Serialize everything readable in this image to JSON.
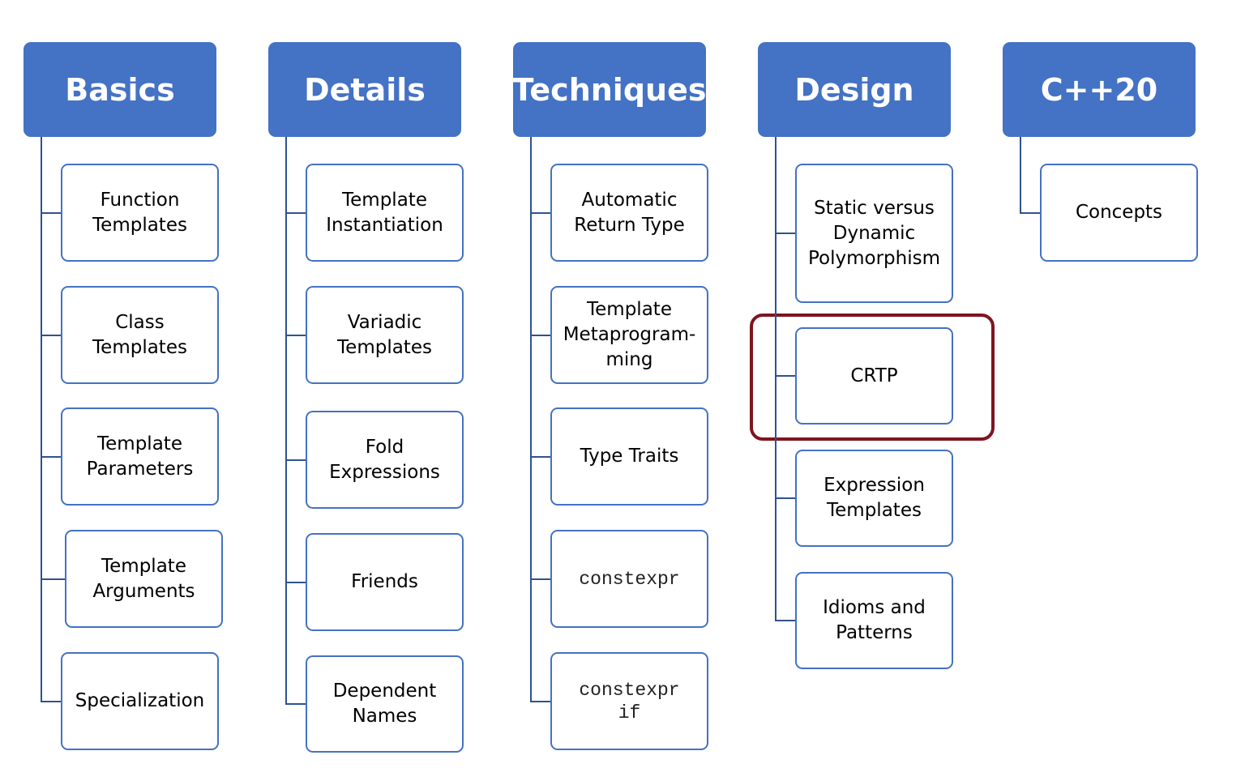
{
  "columns": [
    {
      "title": "Basics",
      "items": [
        {
          "label": "Function\nTemplates"
        },
        {
          "label": "Class\nTemplates"
        },
        {
          "label": "Template\nParameters"
        },
        {
          "label": "Template\nArguments"
        },
        {
          "label": "Specialization"
        }
      ]
    },
    {
      "title": "Details",
      "items": [
        {
          "label": "Template\nInstantiation"
        },
        {
          "label": "Variadic\nTemplates"
        },
        {
          "label": "Fold\nExpressions"
        },
        {
          "label": "Friends"
        },
        {
          "label": "Dependent\nNames"
        }
      ]
    },
    {
      "title": "Techniques",
      "items": [
        {
          "label": "Automatic\nReturn Type"
        },
        {
          "label": "Template\nMetaprogram-\nming"
        },
        {
          "label": "Type Traits"
        },
        {
          "label": "constexpr",
          "code": true
        },
        {
          "label": "constexpr\nif",
          "code": true
        }
      ]
    },
    {
      "title": "Design",
      "items": [
        {
          "label": "Static versus\nDynamic\nPolymorphism"
        },
        {
          "label": "CRTP",
          "highlighted": true
        },
        {
          "label": "Expression\nTemplates"
        },
        {
          "label": "Idioms and\nPatterns"
        }
      ]
    },
    {
      "title": "C++20",
      "items": [
        {
          "label": "Concepts"
        }
      ]
    }
  ],
  "colors": {
    "header_fill": "#4472c4",
    "header_text": "#ffffff",
    "box_border": "#4472c4",
    "connector": "#2f528f",
    "highlight_border": "#7f1420"
  }
}
